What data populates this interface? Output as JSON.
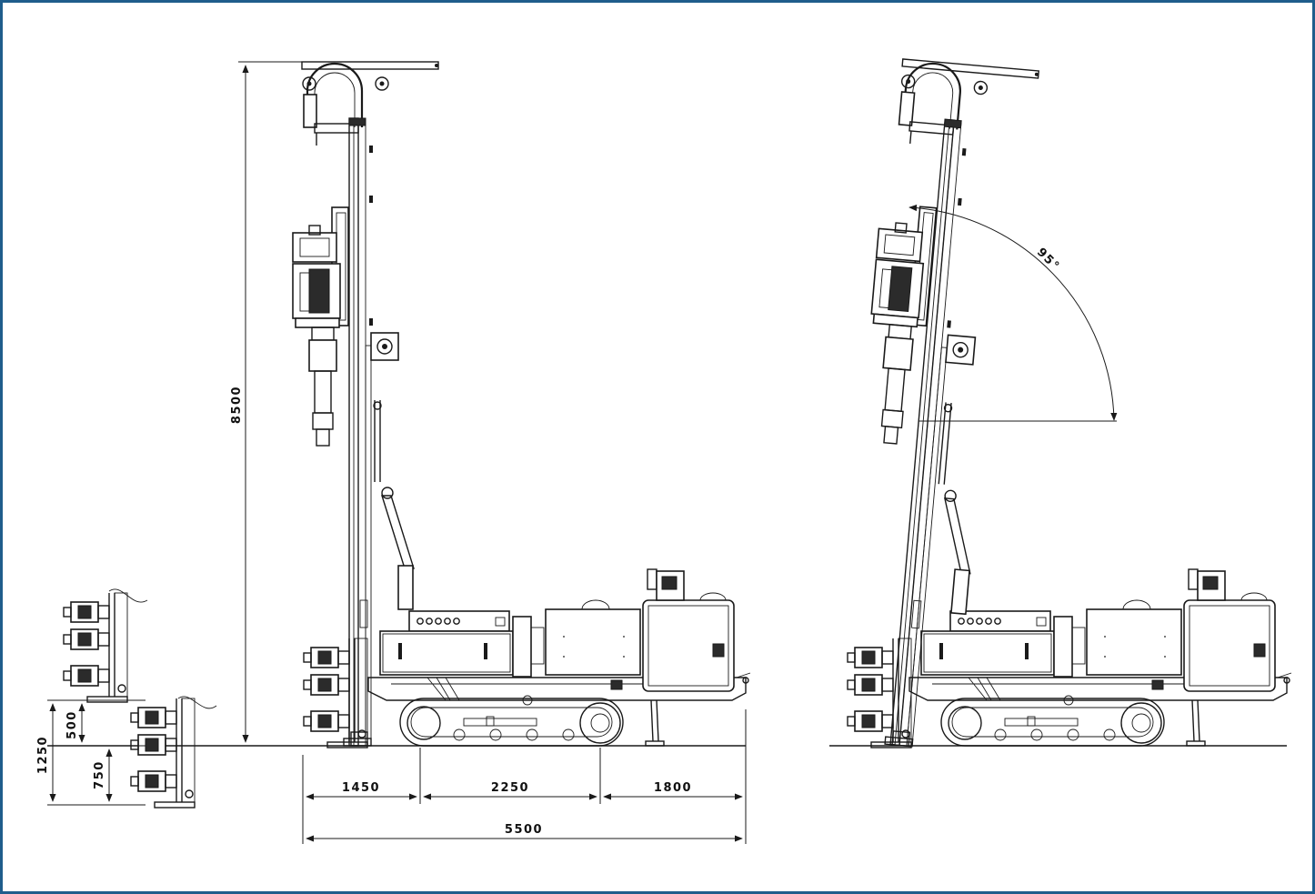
{
  "frame_color": "#1f5d8c",
  "dimensions": {
    "total_height": "8500",
    "front_overhang": "1450",
    "track_length": "2250",
    "rear_overhang": "1800",
    "overall_length": "5500",
    "offset_short": "500",
    "offset_mid": "750",
    "offset_total": "1250",
    "mast_tilt": "95°"
  },
  "icons": {
    "arrow": "arrow-icon",
    "drill_head": "drill-head-icon"
  }
}
